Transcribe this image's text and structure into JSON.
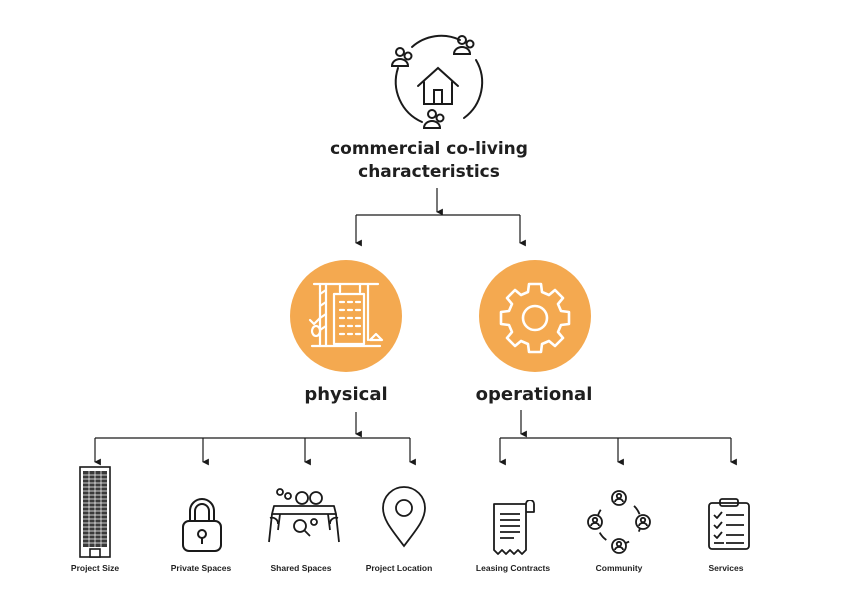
{
  "root": {
    "title_line1": "commercial co-living",
    "title_line2": "characteristics",
    "icon": "house-community-icon"
  },
  "branches": [
    {
      "label": "physical",
      "icon": "construction-crane-icon"
    },
    {
      "label": "operational",
      "icon": "gear-icon"
    }
  ],
  "leaves": [
    {
      "label": "Project Size",
      "icon": "skyscraper-icon",
      "branch": "physical"
    },
    {
      "label": "Private Spaces",
      "icon": "padlock-icon",
      "branch": "physical"
    },
    {
      "label": "Shared Spaces",
      "icon": "shared-table-icon",
      "branch": "physical"
    },
    {
      "label": "Project Location",
      "icon": "location-pin-icon",
      "branch": "physical"
    },
    {
      "label": "Leasing Contracts",
      "icon": "contract-document-icon",
      "branch": "operational"
    },
    {
      "label": "Community",
      "icon": "community-network-icon",
      "branch": "operational"
    },
    {
      "label": "Services",
      "icon": "clipboard-checklist-icon",
      "branch": "operational"
    }
  ],
  "colors": {
    "accent": "#F4A950",
    "line": "#1a1a1a",
    "text": "#1f1f1f"
  }
}
